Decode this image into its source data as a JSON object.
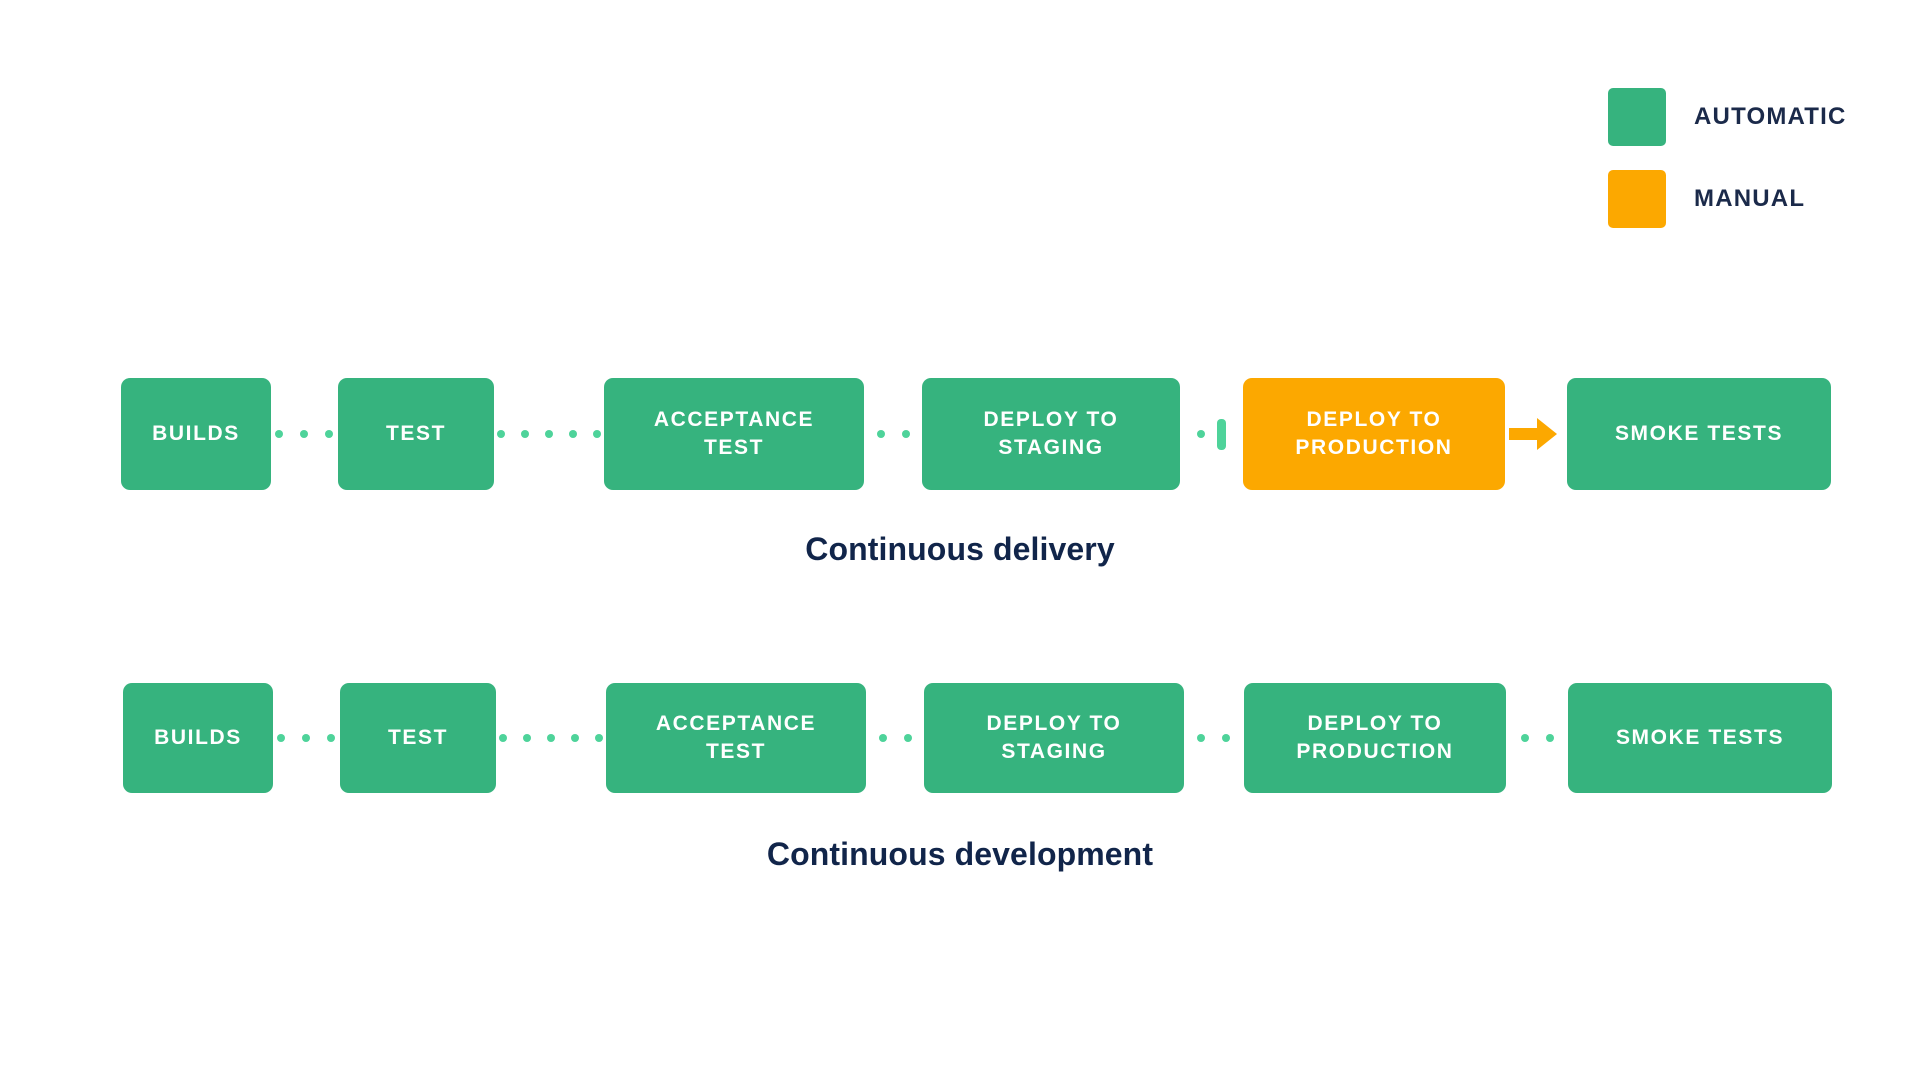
{
  "colors": {
    "automatic": "#36b37e",
    "manual": "#fca800",
    "connector": "#4ed39a",
    "text_dark": "#11254a",
    "box_text": "#ffffff",
    "background": "#ffffff"
  },
  "legend": {
    "items": [
      {
        "label": "AUTOMATIC",
        "color": "#36b37e",
        "type": "automatic"
      },
      {
        "label": "MANUAL",
        "color": "#fca800",
        "type": "manual"
      }
    ]
  },
  "pipelines": [
    {
      "id": "continuous-delivery",
      "caption": "Continuous delivery",
      "stages": [
        {
          "label": "BUILDS",
          "type": "automatic"
        },
        {
          "label": "TEST",
          "type": "automatic"
        },
        {
          "label": "ACCEPTANCE\nTEST",
          "type": "automatic"
        },
        {
          "label": "DEPLOY TO\nSTAGING",
          "type": "automatic"
        },
        {
          "label": "DEPLOY TO\nPRODUCTION",
          "type": "manual"
        },
        {
          "label": "SMOKE TESTS",
          "type": "automatic"
        }
      ],
      "connectors": [
        {
          "kind": "dotted",
          "dots": 4
        },
        {
          "kind": "dotted",
          "dots": 7
        },
        {
          "kind": "dotted",
          "dots": 4
        },
        {
          "kind": "dotted-truncated",
          "dots": 1
        },
        {
          "kind": "arrow"
        }
      ]
    },
    {
      "id": "continuous-development",
      "caption": "Continuous development",
      "stages": [
        {
          "label": "BUILDS",
          "type": "automatic"
        },
        {
          "label": "TEST",
          "type": "automatic"
        },
        {
          "label": "ACCEPTANCE\nTEST",
          "type": "automatic"
        },
        {
          "label": "DEPLOY TO\nSTAGING",
          "type": "automatic"
        },
        {
          "label": "DEPLOY TO\nPRODUCTION",
          "type": "automatic"
        },
        {
          "label": "SMOKE TESTS",
          "type": "automatic"
        }
      ],
      "connectors": [
        {
          "kind": "dotted",
          "dots": 4
        },
        {
          "kind": "dotted",
          "dots": 7
        },
        {
          "kind": "dotted",
          "dots": 4
        },
        {
          "kind": "dotted",
          "dots": 4
        },
        {
          "kind": "dotted",
          "dots": 4
        }
      ]
    }
  ]
}
